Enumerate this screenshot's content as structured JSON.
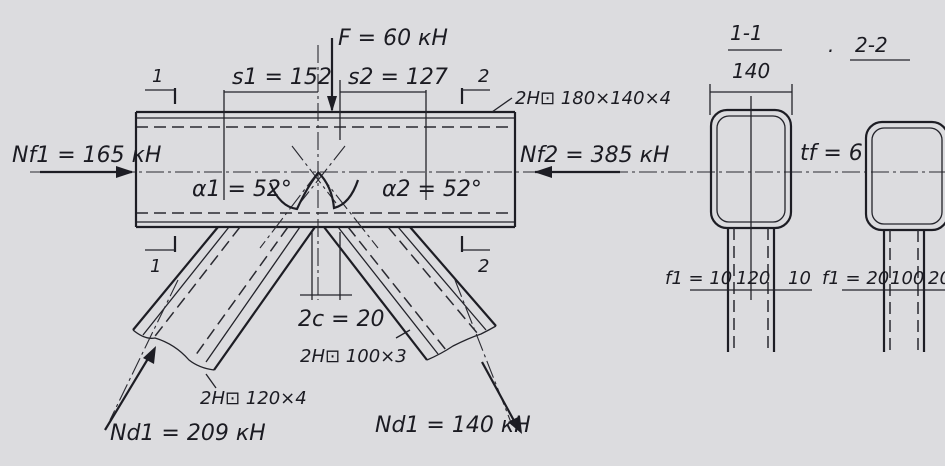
{
  "labels": {
    "force_f": "F = 60 кН",
    "s1": "s1 = 152",
    "s2": "s2 = 127",
    "chord_profile": "2Н⊡ 180×140×4",
    "nf1": "Nf1 = 165 кН",
    "nf2": "Nf2 = 385 кН",
    "alpha1": "α1 = 52°",
    "alpha2": "α2 = 52°",
    "gap": "2c = 20",
    "brace1_profile": "2Н⊡ 120×4",
    "brace2_profile": "2Н⊡ 100×3",
    "nd1_left": "Nd1 = 209 кН",
    "nd1_right": "Nd1 = 140 кН",
    "section_mark_1": "1",
    "section_mark_2": "2",
    "section_1_title": "1-1",
    "section_2_title": "2-2",
    "width_140": "140",
    "tf": "tf = 6",
    "sec1_f1": "f1 = 10",
    "sec1_web": "120",
    "sec1_f2": "10",
    "sec2_f1": "f1 = 20",
    "sec2_web": "100",
    "sec2_f2": "20"
  }
}
